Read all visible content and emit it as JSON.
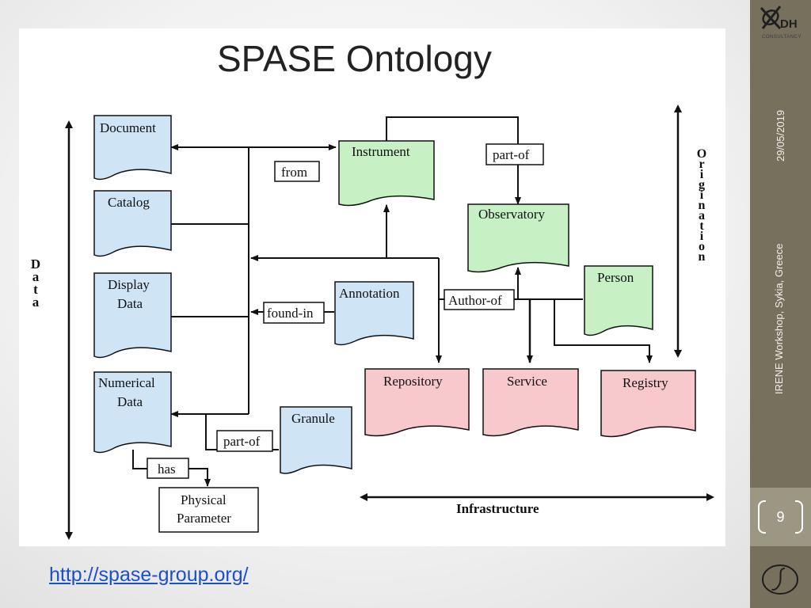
{
  "slide": {
    "title": "SPASE Ontology",
    "url": "http://spase-group.org/",
    "date": "29/05/2019",
    "workshop": "IRENE Workshop, Sykia, Greece",
    "page_number": "9",
    "logo_text": "DH",
    "logo_subtext": "CONSULTANCY"
  },
  "colors": {
    "data_box": "#cfe4f5",
    "origination_box": "#c8f0c5",
    "infrastructure_box": "#f7c8cc",
    "sidebar": "#76705c",
    "link": "#1a4fd0"
  },
  "diagram": {
    "nodes": {
      "document": [
        "Document"
      ],
      "catalog": [
        "Catalog"
      ],
      "display_data": [
        "Display",
        "Data"
      ],
      "numerical_data": [
        "Numerical",
        "Data"
      ],
      "physical_parameter": [
        "Physical",
        "Parameter"
      ],
      "granule": [
        "Granule"
      ],
      "annotation": [
        "Annotation"
      ],
      "instrument": [
        "Instrument"
      ],
      "observatory": [
        "Observatory"
      ],
      "person": [
        "Person"
      ],
      "repository": [
        "Repository"
      ],
      "service": [
        "Service"
      ],
      "registry": [
        "Registry"
      ]
    },
    "relations": {
      "from": "from",
      "part_of_top": "part-of",
      "found_in": "found-in",
      "author_of": "Author-of",
      "part_of_bottom": "part-of",
      "has": "has"
    },
    "groups": {
      "data": "Data",
      "origination": "Origination",
      "infrastructure": "Infrastructure"
    }
  }
}
